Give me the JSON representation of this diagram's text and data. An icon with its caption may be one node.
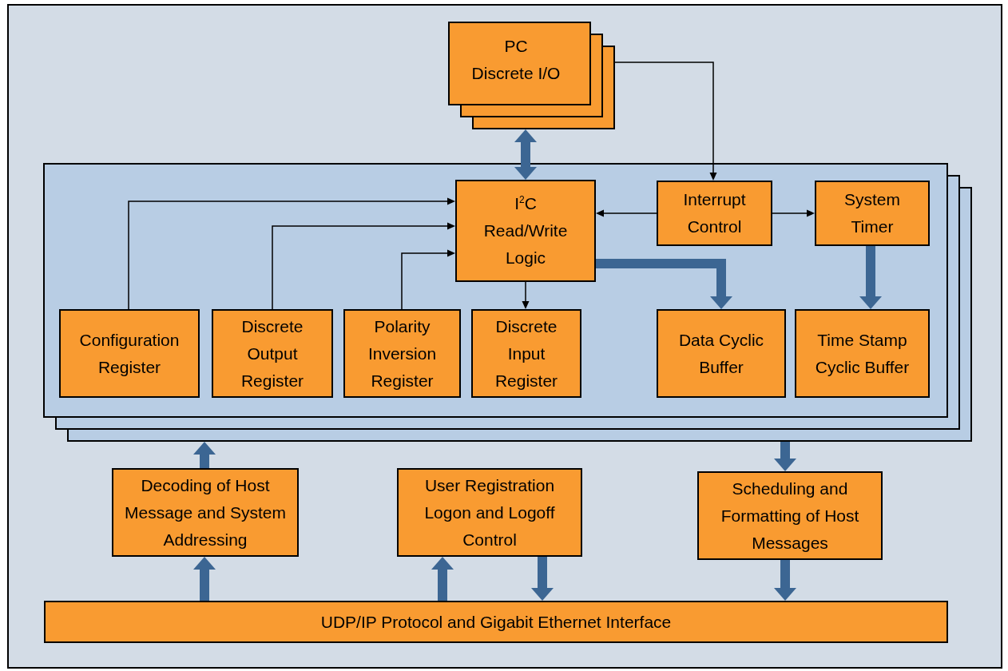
{
  "diagram": {
    "nodes": [
      {
        "text": [
          "PC",
          "Discrete I/O"
        ]
      },
      {
        "text": [],
        "shape": "box"
      },
      {
        "text": [
          "I$^{2}$C Read/Write Logic"
        ],
        "in": 1
      },
      {
        "text": [
          "Interrupt Control"
        ],
        "in": 1
      },
      {
        "text": [
          "System Timer"
        ],
        "in": 1
      },
      {
        "text": [
          "Configuration Register"
        ],
        "in": 1
      },
      {
        "text": [
          "Discrete Output Register"
        ],
        "in": 1
      },
      {
        "text": [
          "Polarity Inversion Register"
        ],
        "in": 1
      },
      {
        "text": [
          "Discrete Input Register"
        ],
        "in": 1
      },
      {
        "text": [
          "Data Cyclic Buffer"
        ],
        "in": 1
      },
      {
        "text": [
          "Time Stamp Cyclic Buffer"
        ],
        "in": 1
      },
      {
        "text": [
          "Decoding of Host Message and System Addressing"
        ]
      },
      {
        "text": [
          "User Registration Logon and Logoff Control"
        ]
      },
      {
        "text": [
          "Scheduling and Formatting of Host Messages"
        ]
      },
      {
        "text": [
          "UDP/IP Protocol and Gigabit Ethernet Interface"
        ]
      }
    ],
    "edges": [
      {
        "from": 0,
        "to": 2,
        "arrow": "both"
      },
      {
        "from": 0,
        "to": 3,
        "arrow": "to",
        "color": "#000000"
      },
      {
        "from": 3,
        "to": 2,
        "arrow": "to",
        "color": "#000000"
      },
      {
        "from": 3,
        "to": 4,
        "arrow": "to",
        "color": "#000000"
      },
      {
        "from": 5,
        "to": 2,
        "arrow": "to",
        "color": "#000000"
      },
      {
        "from": 6,
        "to": 2,
        "arrow": "to",
        "color": "#000000"
      },
      {
        "from": 7,
        "to": 2,
        "arrow": "to",
        "color": "#000000"
      },
      {
        "from": 2,
        "to": 8,
        "arrow": "to",
        "color": "#000000"
      },
      {
        "from": 2,
        "to": 9,
        "arrow": "to"
      },
      {
        "from": 4,
        "to": 10,
        "arrow": "to"
      },
      {
        "from": 11,
        "to": 1,
        "arrow": "to"
      },
      {
        "from": 1,
        "to": 13,
        "arrow": "to"
      },
      {
        "from": 14,
        "to": 11,
        "arrow": "to"
      },
      {
        "from": 14,
        "to": 12,
        "arrow": "to"
      },
      {
        "from": 12,
        "to": 14,
        "arrow": "to"
      },
      {
        "from": 13,
        "to": 14,
        "arrow": "to"
      }
    ]
  }
}
